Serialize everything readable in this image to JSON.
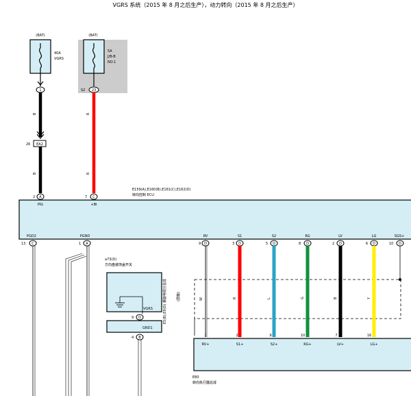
{
  "title": "VGRS 系统（2015 年 8 月之后生产），动力转向（2015 年 8 月之后生产）",
  "fuses": [
    {
      "bat": "(BAT)",
      "rating": "40A",
      "name": "VGRS"
    },
    {
      "bat": "(BAT)",
      "rating": "5A",
      "name": "J/B-B",
      "sub": "NO.1"
    }
  ],
  "fuse_conn": {
    "pin1": "1",
    "s2": "S2",
    "pin2": "23"
  },
  "splice": {
    "num": "26",
    "label": "EA2"
  },
  "ecu": {
    "connectors": "E159(A),E160(B),E161(C),E162(D)",
    "name": "转向控制 ECU",
    "top_pins": [
      {
        "num": "2",
        "letter": "A",
        "label": "PIG"
      },
      {
        "num": "7",
        "letter": "C",
        "label": "+BI"
      }
    ],
    "bottom_pins": [
      {
        "num": "13",
        "letter": "C",
        "label": "PGD2"
      },
      {
        "num": "1",
        "letter": "A",
        "label": "PGND"
      },
      {
        "num": "9",
        "letter": "D",
        "label": "RV"
      },
      {
        "num": "3",
        "letter": "D",
        "label": "S1"
      },
      {
        "num": "5",
        "letter": "D",
        "label": "S2"
      },
      {
        "num": "8",
        "letter": "D",
        "label": "RG"
      },
      {
        "num": "2",
        "letter": "D",
        "label": "LV"
      },
      {
        "num": "6",
        "letter": "D",
        "label": "LG"
      },
      {
        "num": "10",
        "letter": "D",
        "label": "SGS+"
      }
    ]
  },
  "wire_colors": {
    "pig": "B",
    "bi": "R",
    "rv": "W",
    "s1": "R",
    "s2": "L",
    "rg": "G",
    "lv": "B",
    "lg": "Y"
  },
  "colors": {
    "red": "#ff0000",
    "blue": "#2aa3c8",
    "green": "#11913c",
    "black": "#000000",
    "yellow": "#ffee00",
    "box_fill": "#d5eef5",
    "grey": "#cccccc"
  },
  "shield_label": "(屏蔽)",
  "switch": {
    "connector": "a73(D)",
    "name": "方向盘装饰盖开关",
    "pin_label_top": "VGRS",
    "pin_label_bot": "GND1",
    "pin_top": {
      "num": "9",
      "letter": "D"
    },
    "pin_bot": {
      "num": "4",
      "letter": "B"
    },
    "side": "E5(B),E9(D) 螺旋电缆分总成"
  },
  "actuator": {
    "connector": "E80",
    "name": "转向执行器总成",
    "pins": [
      {
        "num": "1",
        "label": "RV+"
      },
      {
        "num": "2",
        "label": "S1+"
      },
      {
        "num": "9",
        "label": "S2+"
      },
      {
        "num": "10",
        "label": "RG+"
      },
      {
        "num": "7",
        "label": "LV+"
      },
      {
        "num": "16",
        "label": "LG+"
      }
    ]
  }
}
